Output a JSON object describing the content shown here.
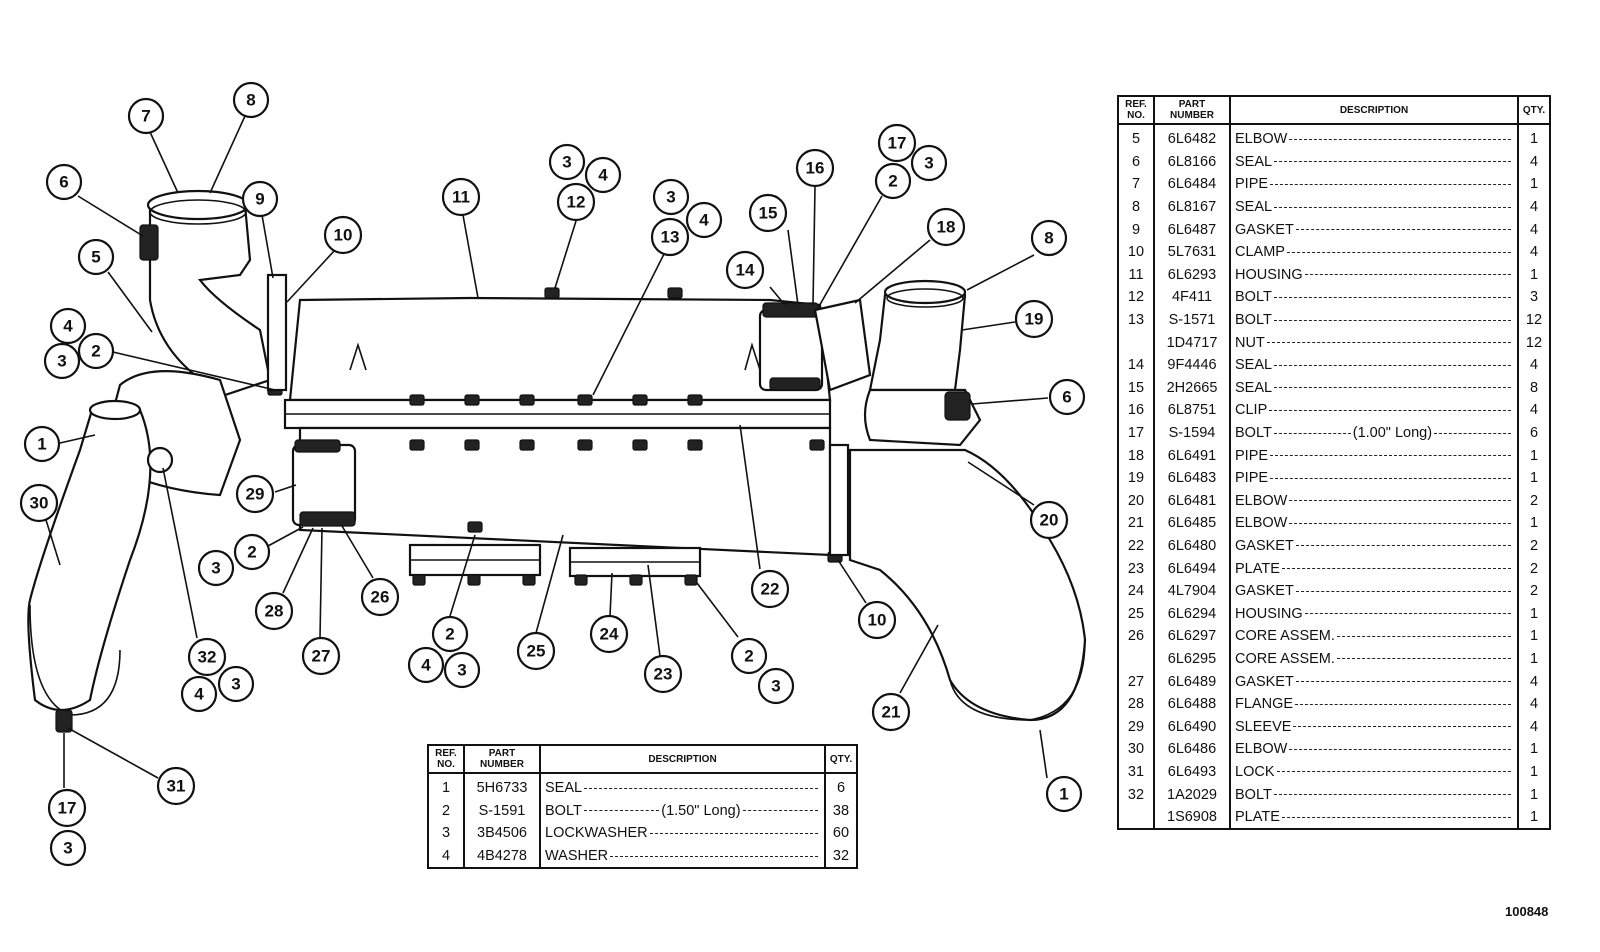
{
  "drawing_number": "100848",
  "callouts": [
    "7",
    "8",
    "6",
    "5",
    "4",
    "3",
    "2",
    "1",
    "30",
    "9",
    "10",
    "11",
    "3",
    "4",
    "12",
    "3",
    "4",
    "13",
    "15",
    "14",
    "16",
    "17",
    "3",
    "2",
    "18",
    "8",
    "19",
    "6",
    "20",
    "29",
    "2",
    "3",
    "26",
    "28",
    "27",
    "2",
    "4",
    "3",
    "25",
    "24",
    "23",
    "22",
    "10",
    "2",
    "3",
    "21",
    "32",
    "4",
    "3",
    "31",
    "17",
    "3",
    "1"
  ],
  "table_headers": {
    "ref": "REF. NO.",
    "part": "PART NUMBER",
    "desc": "DESCRIPTION",
    "qty": "QTY."
  },
  "right_table": [
    {
      "ref": "5",
      "pn": "6L6482",
      "desc": "ELBOW",
      "note": "",
      "qty": "1"
    },
    {
      "ref": "6",
      "pn": "6L8166",
      "desc": "SEAL",
      "note": "",
      "qty": "4"
    },
    {
      "ref": "7",
      "pn": "6L6484",
      "desc": "PIPE",
      "note": "",
      "qty": "1"
    },
    {
      "ref": "8",
      "pn": "6L8167",
      "desc": "SEAL",
      "note": "",
      "qty": "4"
    },
    {
      "ref": "9",
      "pn": "6L6487",
      "desc": "GASKET",
      "note": "",
      "qty": "4"
    },
    {
      "ref": "10",
      "pn": "5L7631",
      "desc": "CLAMP",
      "note": "",
      "qty": "4"
    },
    {
      "ref": "11",
      "pn": "6L6293",
      "desc": "HOUSING",
      "note": "",
      "qty": "1"
    },
    {
      "ref": "12",
      "pn": "4F411",
      "desc": "BOLT",
      "note": "",
      "qty": "3"
    },
    {
      "ref": "13",
      "pn": "S-1571",
      "desc": "BOLT",
      "note": "",
      "qty": "12"
    },
    {
      "ref": "",
      "pn": "1D4717",
      "desc": "NUT",
      "note": "",
      "qty": "12"
    },
    {
      "ref": "14",
      "pn": "9F4446",
      "desc": "SEAL",
      "note": "",
      "qty": "4"
    },
    {
      "ref": "15",
      "pn": "2H2665",
      "desc": "SEAL",
      "note": "",
      "qty": "8"
    },
    {
      "ref": "16",
      "pn": "6L8751",
      "desc": "CLIP",
      "note": "",
      "qty": "4"
    },
    {
      "ref": "17",
      "pn": "S-1594",
      "desc": "BOLT",
      "note": "(1.00\" Long)",
      "qty": "6"
    },
    {
      "ref": "18",
      "pn": "6L6491",
      "desc": "PIPE",
      "note": "",
      "qty": "1"
    },
    {
      "ref": "19",
      "pn": "6L6483",
      "desc": "PIPE",
      "note": "",
      "qty": "1"
    },
    {
      "ref": "20",
      "pn": "6L6481",
      "desc": "ELBOW",
      "note": "",
      "qty": "2"
    },
    {
      "ref": "21",
      "pn": "6L6485",
      "desc": "ELBOW",
      "note": "",
      "qty": "1"
    },
    {
      "ref": "22",
      "pn": "6L6480",
      "desc": "GASKET",
      "note": "",
      "qty": "2"
    },
    {
      "ref": "23",
      "pn": "6L6494",
      "desc": "PLATE",
      "note": "",
      "qty": "2"
    },
    {
      "ref": "24",
      "pn": "4L7904",
      "desc": "GASKET",
      "note": "",
      "qty": "2"
    },
    {
      "ref": "25",
      "pn": "6L6294",
      "desc": "HOUSING",
      "note": "",
      "qty": "1"
    },
    {
      "ref": "26",
      "pn": "6L6297",
      "desc": "CORE ASSEM.",
      "note": "",
      "qty": "1"
    },
    {
      "ref": "",
      "pn": "6L6295",
      "desc": "CORE ASSEM.",
      "note": "",
      "qty": "1"
    },
    {
      "ref": "27",
      "pn": "6L6489",
      "desc": "GASKET",
      "note": "",
      "qty": "4"
    },
    {
      "ref": "28",
      "pn": "6L6488",
      "desc": "FLANGE",
      "note": "",
      "qty": "4"
    },
    {
      "ref": "29",
      "pn": "6L6490",
      "desc": "SLEEVE",
      "note": "",
      "qty": "4"
    },
    {
      "ref": "30",
      "pn": "6L6486",
      "desc": "ELBOW",
      "note": "",
      "qty": "1"
    },
    {
      "ref": "31",
      "pn": "6L6493",
      "desc": "LOCK",
      "note": "",
      "qty": "1"
    },
    {
      "ref": "32",
      "pn": "1A2029",
      "desc": "BOLT",
      "note": "",
      "qty": "1"
    },
    {
      "ref": "",
      "pn": "1S6908",
      "desc": "PLATE",
      "note": "",
      "qty": "1"
    }
  ],
  "bottom_table": [
    {
      "ref": "1",
      "pn": "5H6733",
      "desc": "SEAL",
      "note": "",
      "qty": "6"
    },
    {
      "ref": "2",
      "pn": "S-1591",
      "desc": "BOLT",
      "note": "(1.50\" Long)",
      "qty": "38"
    },
    {
      "ref": "3",
      "pn": "3B4506",
      "desc": "LOCKWASHER",
      "note": "",
      "qty": "60"
    },
    {
      "ref": "4",
      "pn": "4B4278",
      "desc": "WASHER",
      "note": "",
      "qty": "32"
    }
  ]
}
